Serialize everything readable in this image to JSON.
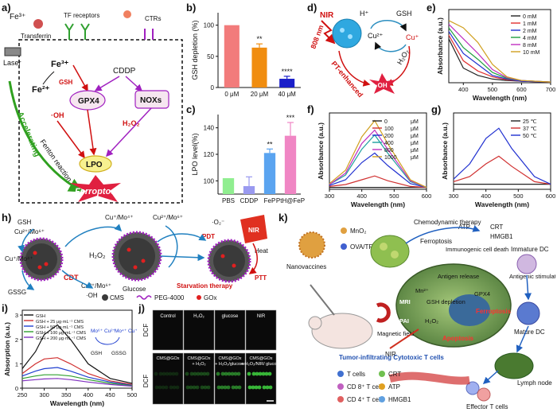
{
  "panel_letters": {
    "a": "a)",
    "b": "b)",
    "c": "c)",
    "d": "d)",
    "e": "e)",
    "f": "f)",
    "g": "g)",
    "h": "h)",
    "i": "i)",
    "j": "j)",
    "k": "k)"
  },
  "panel_a": {
    "fe3_top": "Fe³⁺",
    "transferrin": "Transferrin",
    "tf_receptors": "TF receptors",
    "ctrs": "CTRs",
    "laser": "Laser",
    "fe3": "Fe³⁺",
    "fe2": "Fe²⁺",
    "gsh": "GSH",
    "cddp": "CDDP",
    "gpx4": "GPX4",
    "noxs": "NOXs",
    "oh": "·OH",
    "h2o2": "H₂O₂",
    "fenton": "Fenton reaction",
    "lpo": "LPO",
    "accelerating": "Accelerating",
    "ferroptosis": "Ferroptosis"
  },
  "panel_d": {
    "nir": "NIR",
    "wavelength_808": "808 nm",
    "h_plus": "H⁺",
    "gsh": "GSH",
    "cu2": "Cu²⁺",
    "cu1": "Cu⁺",
    "h2o2": "H₂O₂",
    "oh": "·OH",
    "pt_enhanced": "PT-enhanced"
  },
  "panel_h": {
    "gsh": "GSH",
    "cu_mo_a": "Cu²⁺/Mo⁶⁺",
    "cu_mo_b": "Cu⁺/Mo⁴⁺",
    "cu_mo_c": "Cu²⁺/Mo⁶⁺",
    "cu_mo_d": "Cu⁺/Mo⁴⁺",
    "cu_mo_e": "Cu²⁺/Mo⁶⁺",
    "gssg": "GSSG",
    "cdt": "CDT",
    "h2o2": "H₂O₂",
    "oh": "·OH",
    "glucose": "Glucose",
    "o2": "·O₂⁻",
    "pdt": "PDT",
    "nir": "NIR",
    "heat": "Heat",
    "ptt": "PTT",
    "starvation": "Starvation therapy",
    "legend_cms": "CMS",
    "legend_peg": "PEG-4000",
    "legend_gox": "GOx"
  },
  "panel_j": {
    "row_label": "DCF",
    "top_labels": [
      "Control",
      "H₂O₂",
      "glucose",
      "NIR"
    ],
    "bottom_labels": [
      "CMS@GOx",
      "CMS@GOx + H₂O₂",
      "CMS@GOx + H₂O₂/glucose",
      "CMS@GOx + H₂O₂/NIR/ glucose"
    ]
  },
  "panel_k": {
    "nanovaccines": "Nanovaccines",
    "mno2": "MnO₂",
    "ova_tf": "OVA/TF",
    "chemodynamic": "Chemodynamic therapy",
    "atp": "ATP",
    "crt": "CRT",
    "hmgb1": "HMGB1",
    "ferroptosis_top": "Ferroptosis",
    "immunogenic": "Immunogenic cell death",
    "immature_dc": "Immature DC",
    "antigen_release": "Antigen release",
    "antigenic_stim": "Antigenic stimulation",
    "mn2": "Mn²⁺",
    "gsh_depletion": "GSH depletion",
    "gpx4": "GPX4",
    "ferroptosis": "Ferroptosis",
    "magnetic_field": "Magnetic field",
    "mri": "MRI",
    "pai": "PAI",
    "h2o2": "H₂O₂",
    "mature_dc": "Mature DC",
    "apoptosis": "Apoptosis",
    "nir": "NIR",
    "tumor_infiltrating": "Tumor-infiltrating Cytotoxic T cells",
    "lymph_node": "Lymph node",
    "effector": "Effector T cells",
    "legend": [
      "T cells",
      "CRT",
      "CD 8⁺ T cells",
      "ATP",
      "CD 4⁺ T cells",
      "HMGB1"
    ]
  },
  "chart_data": [
    {
      "id": "b",
      "type": "bar",
      "categories": [
        "0 μM",
        "20 μM",
        "40 μM"
      ],
      "values": [
        100,
        64,
        14
      ],
      "errors": [
        0,
        6,
        4
      ],
      "significance": [
        "",
        "**",
        "****"
      ],
      "colors": [
        "#f27b7b",
        "#f08d10",
        "#1a1fc9"
      ],
      "ylabel": "GSH depletion (%)",
      "ylim": [
        0,
        120
      ],
      "yticks": [
        0,
        50,
        100
      ]
    },
    {
      "id": "c",
      "type": "bar",
      "categories": [
        "PBS",
        "CDDP",
        "FeP",
        "PtH@FeP"
      ],
      "values": [
        102,
        96,
        121,
        134
      ],
      "errors": [
        0,
        7,
        3,
        10
      ],
      "significance": [
        "",
        "",
        "**",
        "***"
      ],
      "colors": [
        "#90ee90",
        "#9a9af0",
        "#5aa4f0",
        "#f086c4"
      ],
      "ylabel": "LPO level(%)",
      "ylim": [
        90,
        150
      ],
      "yticks": [
        100,
        120,
        140
      ]
    },
    {
      "id": "e",
      "type": "line",
      "xlabel": "Wavelength (nm)",
      "ylabel": "Absorbance (a.u.)",
      "xlim": [
        350,
        700
      ],
      "ylim": [
        0,
        1
      ],
      "xticks": [
        400,
        500,
        600,
        700
      ],
      "series": [
        {
          "name": "0 mM",
          "color": "#222222",
          "x": [
            350,
            400,
            450,
            500,
            550,
            600,
            700
          ],
          "y": [
            0.6,
            0.2,
            0.1,
            0.05,
            0.03,
            0.02,
            0.01
          ]
        },
        {
          "name": "1 mM",
          "color": "#e03030",
          "x": [
            350,
            400,
            450,
            500,
            550,
            600,
            700
          ],
          "y": [
            0.65,
            0.3,
            0.16,
            0.08,
            0.04,
            0.02,
            0.01
          ]
        },
        {
          "name": "2 mM",
          "color": "#2030d0",
          "x": [
            350,
            400,
            450,
            500,
            550,
            600,
            700
          ],
          "y": [
            0.7,
            0.4,
            0.25,
            0.1,
            0.05,
            0.02,
            0.01
          ]
        },
        {
          "name": "4 mM",
          "color": "#20a040",
          "x": [
            350,
            400,
            450,
            500,
            550,
            600,
            700
          ],
          "y": [
            0.75,
            0.48,
            0.32,
            0.14,
            0.06,
            0.03,
            0.01
          ]
        },
        {
          "name": "8 mM",
          "color": "#c030c0",
          "x": [
            350,
            400,
            450,
            500,
            550,
            600,
            700
          ],
          "y": [
            0.8,
            0.6,
            0.4,
            0.18,
            0.07,
            0.03,
            0.01
          ]
        },
        {
          "name": "10 mM",
          "color": "#d0a020",
          "x": [
            350,
            400,
            450,
            500,
            550,
            600,
            700
          ],
          "y": [
            0.85,
            0.75,
            0.55,
            0.25,
            0.08,
            0.03,
            0.01
          ]
        }
      ]
    },
    {
      "id": "f",
      "type": "line",
      "xlabel": "Wavelength (nm)",
      "ylabel": "Absorbance (a.u.)",
      "xlim": [
        300,
        600
      ],
      "ylim": [
        0,
        0.8
      ],
      "xticks": [
        300,
        400,
        500,
        600
      ],
      "series": [
        {
          "name": "0",
          "color": "#222222",
          "x": [
            300,
            350,
            400,
            450,
            500,
            550,
            600
          ],
          "y": [
            0.02,
            0.02,
            0.02,
            0.02,
            0.02,
            0.02,
            0.02
          ]
        },
        {
          "name": "100",
          "color": "#d03030",
          "x": [
            300,
            350,
            400,
            440,
            480,
            550,
            600
          ],
          "y": [
            0.03,
            0.05,
            0.1,
            0.14,
            0.09,
            0.03,
            0.02
          ]
        },
        {
          "name": "200",
          "color": "#2030d0",
          "x": [
            300,
            350,
            400,
            440,
            480,
            550,
            600
          ],
          "y": [
            0.04,
            0.1,
            0.28,
            0.38,
            0.25,
            0.06,
            0.02
          ]
        },
        {
          "name": "400",
          "color": "#20a0a0",
          "x": [
            300,
            350,
            400,
            440,
            480,
            550,
            600
          ],
          "y": [
            0.05,
            0.15,
            0.42,
            0.57,
            0.38,
            0.08,
            0.02
          ]
        },
        {
          "name": "800",
          "color": "#c030c0",
          "x": [
            300,
            350,
            400,
            440,
            480,
            550,
            600
          ],
          "y": [
            0.05,
            0.17,
            0.48,
            0.62,
            0.42,
            0.09,
            0.02
          ]
        },
        {
          "name": "1000",
          "color": "#d0a020",
          "x": [
            300,
            350,
            400,
            440,
            480,
            550,
            600
          ],
          "y": [
            0.06,
            0.2,
            0.55,
            0.72,
            0.48,
            0.1,
            0.02
          ]
        }
      ],
      "legend_unit": "μM"
    },
    {
      "id": "g",
      "type": "line",
      "xlabel": "Wavelength (nm)",
      "ylabel": "Absorbance (a.u.)",
      "xlim": [
        300,
        600
      ],
      "ylim": [
        0,
        0.3
      ],
      "xticks": [
        300,
        400,
        500,
        600
      ],
      "series": [
        {
          "name": "25 ℃",
          "color": "#222222",
          "x": [
            300,
            350,
            400,
            440,
            480,
            550,
            600
          ],
          "y": [
            0.02,
            0.02,
            0.02,
            0.02,
            0.02,
            0.02,
            0.02
          ]
        },
        {
          "name": "37 ℃",
          "color": "#d03030",
          "x": [
            300,
            350,
            400,
            440,
            480,
            550,
            600
          ],
          "y": [
            0.03,
            0.05,
            0.1,
            0.13,
            0.09,
            0.03,
            0.02
          ]
        },
        {
          "name": "50 ℃",
          "color": "#2030d0",
          "x": [
            300,
            350,
            400,
            440,
            480,
            550,
            600
          ],
          "y": [
            0.04,
            0.1,
            0.2,
            0.24,
            0.16,
            0.05,
            0.02
          ]
        }
      ]
    },
    {
      "id": "i",
      "type": "line",
      "xlabel": "Wavelength (nm)",
      "ylabel": "Absorption (a.u.)",
      "xlim": [
        250,
        500
      ],
      "ylim": [
        0,
        3.2
      ],
      "xticks": [
        250,
        300,
        350,
        400,
        450,
        500
      ],
      "yticks": [
        0,
        1,
        2,
        3
      ],
      "series": [
        {
          "name": "GSH",
          "color": "#111111",
          "x": [
            250,
            280,
            300,
            330,
            360,
            400,
            450,
            500
          ],
          "y": [
            0.8,
            1.5,
            2.2,
            2.6,
            2.0,
            1.0,
            0.4,
            0.2
          ]
        },
        {
          "name": "GSH + 25 μg·mL⁻¹ CMS",
          "color": "#d03030",
          "x": [
            250,
            280,
            300,
            330,
            360,
            400,
            450,
            500
          ],
          "y": [
            0.6,
            1.0,
            1.2,
            1.25,
            1.0,
            0.6,
            0.3,
            0.15
          ]
        },
        {
          "name": "GSH + 50 μg·mL⁻¹ CMS",
          "color": "#2040d0",
          "x": [
            250,
            280,
            300,
            330,
            360,
            400,
            450,
            500
          ],
          "y": [
            0.5,
            0.7,
            0.8,
            0.85,
            0.7,
            0.45,
            0.25,
            0.12
          ]
        },
        {
          "name": "GSH + 100 μg·mL⁻¹ CMS",
          "color": "#30a030",
          "x": [
            250,
            280,
            300,
            330,
            360,
            400,
            450,
            500
          ],
          "y": [
            0.4,
            0.5,
            0.55,
            0.55,
            0.5,
            0.35,
            0.2,
            0.1
          ]
        },
        {
          "name": "GSH + 200 μg·mL⁻¹ CMS",
          "color": "#8030c0",
          "x": [
            250,
            280,
            300,
            330,
            360,
            400,
            450,
            500
          ],
          "y": [
            0.3,
            0.35,
            0.38,
            0.4,
            0.35,
            0.25,
            0.15,
            0.08
          ]
        }
      ],
      "inset": {
        "top": "Mo⁶⁺ Cu²⁺",
        "right": "Mo⁴⁺ Cu⁺",
        "bottom_left": "GSH",
        "bottom_right": "GSSG"
      }
    }
  ]
}
